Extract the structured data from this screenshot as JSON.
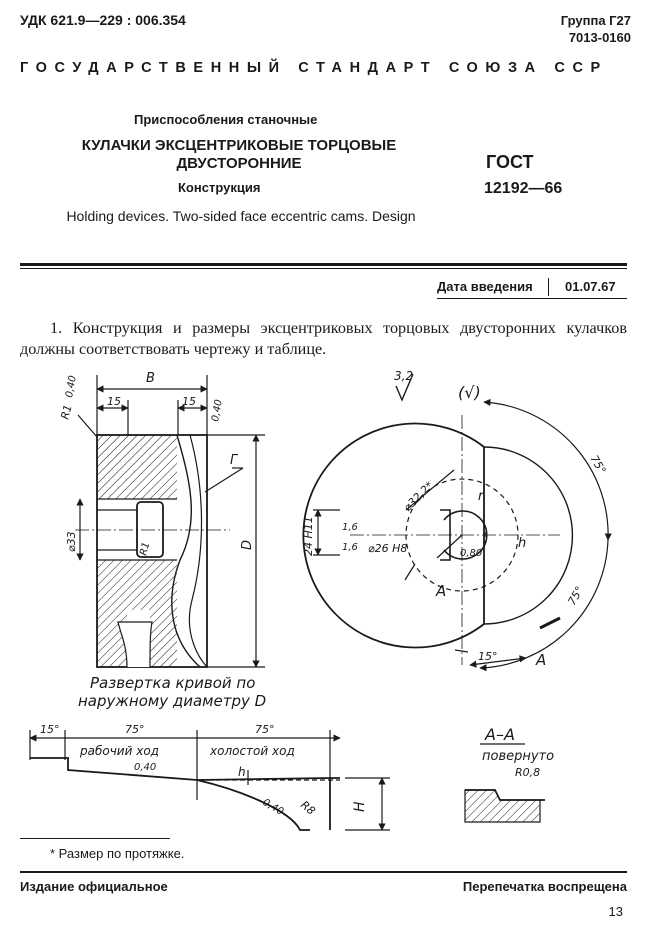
{
  "header": {
    "udk": "УДК 621.9—229 : 006.354",
    "group": "Группа Г27",
    "code": "7013-0160",
    "state_standard": "ГОСУДАРСТВЕННЫЙ СТАНДАРТ СОЮЗА ССР"
  },
  "title_block": {
    "category": "Приспособления станочные",
    "title": "КУЛАЧКИ ЭКСЦЕНТРИКОВЫЕ ТОРЦОВЫЕ ДВУСТОРОННИЕ",
    "subtitle": "Конструкция",
    "english": "Holding devices. Two-sided face eccentric cams. Design",
    "gost_label": "ГОСТ",
    "gost_number": "12192—66"
  },
  "date": {
    "label": "Дата введения",
    "value": "01.07.67"
  },
  "body": {
    "paragraph": "1. Конструкция и размеры эксцентриковых торцовых двусторонних кулачков должны соответствовать чертежу и таблице."
  },
  "drawing": {
    "side": {
      "dim_b": "B",
      "dim_15_left": "15",
      "dim_15_right": "15",
      "rough_left": "0,40",
      "rough_right": "0,40",
      "radius_top": "R1",
      "radius_inner": "R1",
      "bore": "⌀33",
      "diameter_d": "D",
      "gamma": "Г"
    },
    "front": {
      "surface_main": "3,2",
      "surface_other": "(√)",
      "angle_top": "75°",
      "angle_right": "75°",
      "angle_bottom": "15°",
      "dia_322": "⌀32,2*",
      "dia_26": "⌀26 H8",
      "dim_24": "24 H11",
      "rough_16a": "1,6",
      "rough_16b": "1,6",
      "rough_080": "0,80",
      "r_label": "r",
      "h_label": "h",
      "section_a1": "A",
      "section_a2": "A"
    },
    "development": {
      "caption_line1": "Развертка кривой по",
      "caption_line2": "наружному диаметру D",
      "angle_15": "15°",
      "angle_75a": "75°",
      "angle_75b": "75°",
      "work_stroke": "рабочий ход",
      "idle_stroke": "холостой ход",
      "rough_a": "0,40",
      "rough_b": "0,40",
      "radius": "R8",
      "h_label": "h",
      "height": "H"
    },
    "section": {
      "label": "А–А",
      "rotated": "повернуто",
      "radius": "R0,8"
    }
  },
  "footnote": "* Размер по протяжке.",
  "footer": {
    "edition": "Издание официальное",
    "reprint": "Перепечатка воспрещена",
    "page": "13"
  }
}
